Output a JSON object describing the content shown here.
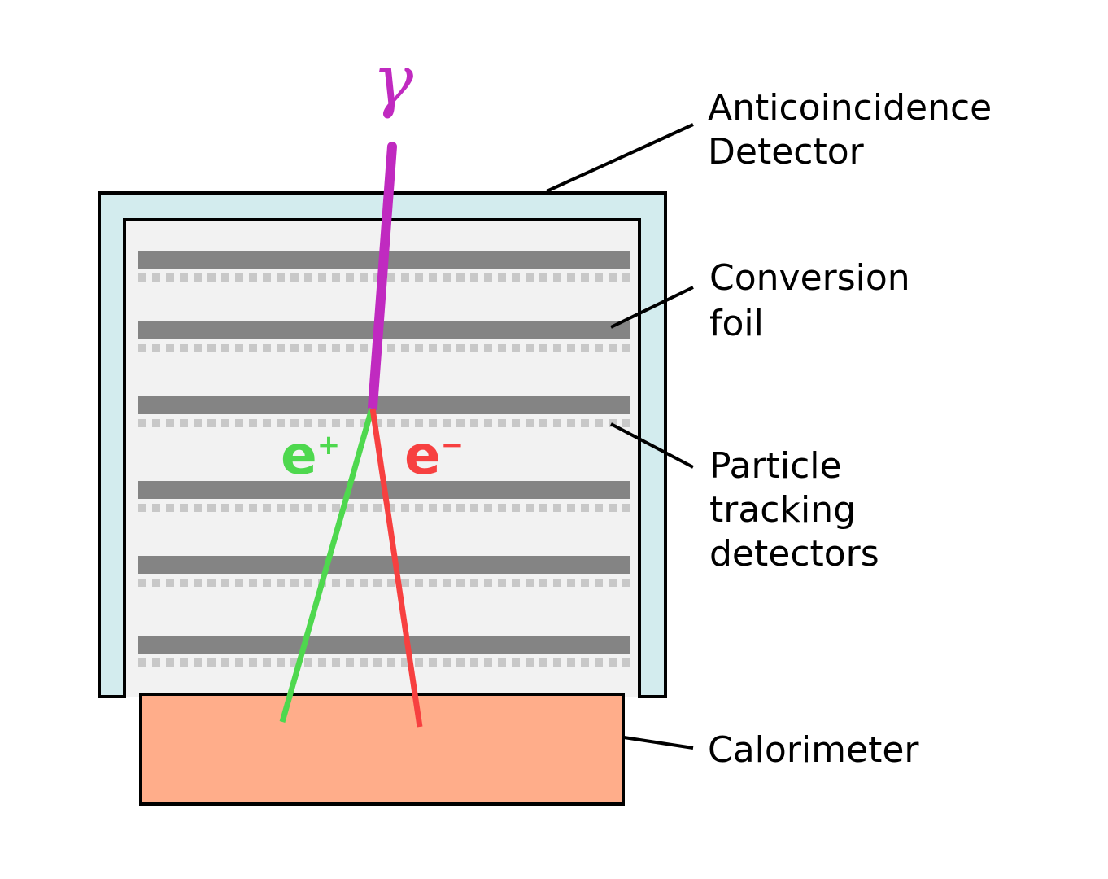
{
  "labels": {
    "anticoincidence_line1": "Anticoincidence",
    "anticoincidence_line2": "Detector",
    "conversion_line1": "Conversion",
    "conversion_line2": "foil",
    "tracking_line1": "Particle",
    "tracking_line2": "tracking",
    "tracking_line3": "detectors",
    "calorimeter": "Calorimeter"
  },
  "particles": {
    "gamma": "γ",
    "positron_base": "e",
    "positron_sup": "+",
    "electron_base": "e",
    "electron_sup": "−"
  },
  "colors": {
    "anticoincidence_fill": "#d3ecee",
    "interior_fill": "#f2f2f2",
    "conversion_foil": "#848484",
    "tracking_detector": "#c8c8c8",
    "calorimeter_fill": "#ffad8a",
    "gamma": "#c02ac0",
    "positron": "#4ed84e",
    "electron": "#f74040",
    "outline": "#000000"
  }
}
